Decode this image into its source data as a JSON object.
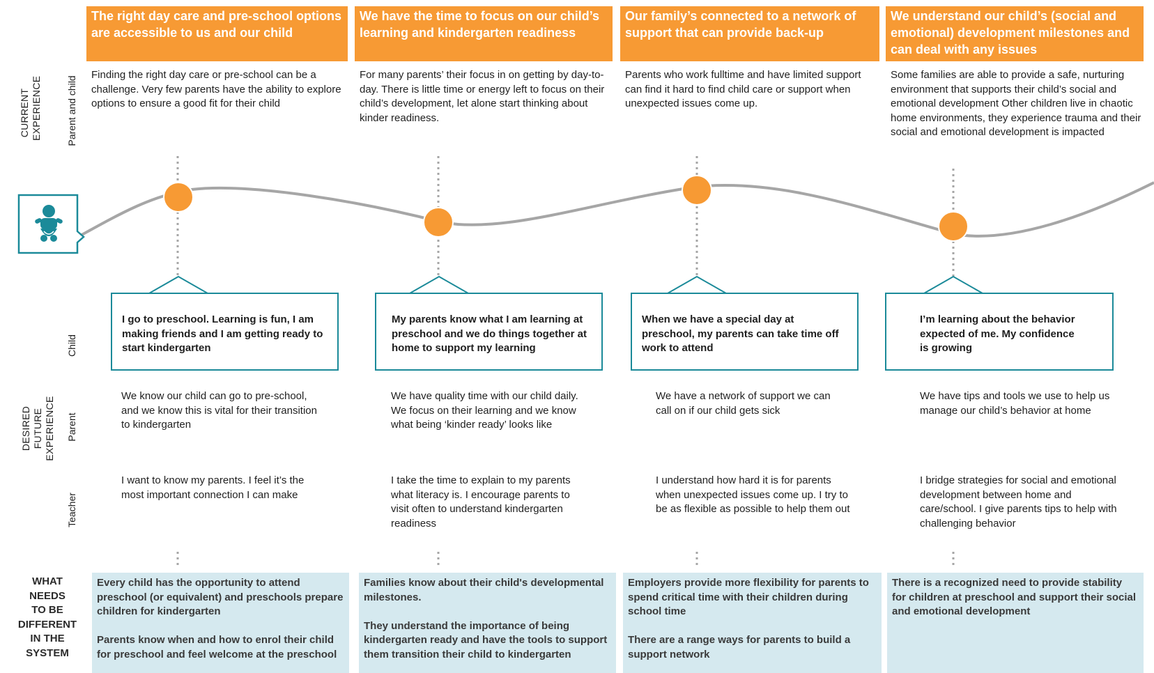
{
  "colors": {
    "orange": "#f79a34",
    "teal": "#1b8a99",
    "light_blue": "#d5e9ef",
    "curve_gray": "#a6a6a6"
  },
  "labels": {
    "current_experience": "CURRENT\nEXPERIENCE",
    "parent_and_child": "Parent and child",
    "desired_future": "DESIRED\nFUTURE EXPERIENCE",
    "child": "Child",
    "parent": "Parent",
    "teacher": "Teacher",
    "system": "WHAT\nNEEDS\nTO BE\nDIFFERENT\nIN THE\nSYSTEM"
  },
  "persona_icon": "baby-icon",
  "columns": [
    {
      "header": "The right day care and pre-school options are accessible to us and our child",
      "current": "Finding the right day care or pre-school can be a challenge.  Very few parents have the ability to explore options to ensure a good fit for their child",
      "child": "I go to preschool.  Learning is fun, I am making friends and I am getting ready to start kindergarten",
      "parent": "We know our child can go to pre-school, and we know this is vital for their transition to kindergarten",
      "teacher": "I want to know my parents.  I feel it’s the most important connection I can make",
      "system": [
        "Every child has the opportunity to attend preschool (or equivalent) and preschools prepare children for kindergarten",
        "Parents know when and how to enrol their child for preschool and feel welcome at the preschool"
      ]
    },
    {
      "header": "We have the time to focus on our child’s learning and kindergarten readiness",
      "current": "For many parents’ their focus in on getting by day-to-day.  There is little time or energy left to focus on their child’s development, let alone start thinking about kinder readiness.",
      "child": "My parents know what I am learning at preschool and we do things together at home to support my learning",
      "parent": "We have quality time with our child daily. We focus on their learning and we know what being ‘kinder ready’ looks like",
      "teacher": "I take the time to explain to my parents what literacy is. I encourage parents to visit often to understand kindergarten readiness",
      "system": [
        "Families know about their child's developmental milestones.",
        "They understand the importance of being kindergarten ready and have the tools to support them transition their child to kindergarten"
      ]
    },
    {
      "header": "Our family’s connected to a network of support that can provide back-up",
      "current": "Parents who work fulltime and have limited support can find it hard to find child care or support when unexpected issues come up.",
      "child": "When we have a special day at preschool, my parents can take time off work to attend",
      "parent": "We have a network of support we can call on if our child gets sick",
      "teacher": "I understand how hard it is for parents when unexpected issues come up.  I try to be as flexible as possible to help them out",
      "system": [
        "Employers provide more flexibility for parents to spend critical time with their children during school time",
        "There are a range ways for parents to build a support network"
      ]
    },
    {
      "header": "We understand our child’s (social and emotional) development milestones and can deal with any issues",
      "current": "Some families are able to provide a safe, nurturing environment that supports their child’s social and emotional development Other children live in chaotic home environments, they experience trauma and their social and emotional development is impacted",
      "child": "I’m learning about the behavior expected of me.  My confidence is growing",
      "parent": "We have tips and tools we use to help us manage our child’s behavior at home",
      "teacher": "I bridge strategies for social and emotional development between home and care/school.  I give parents tips to help with challenging behavior",
      "system": [
        "There is a recognized need to provide stability for children at preschool and support their social and emotional development"
      ]
    }
  ]
}
